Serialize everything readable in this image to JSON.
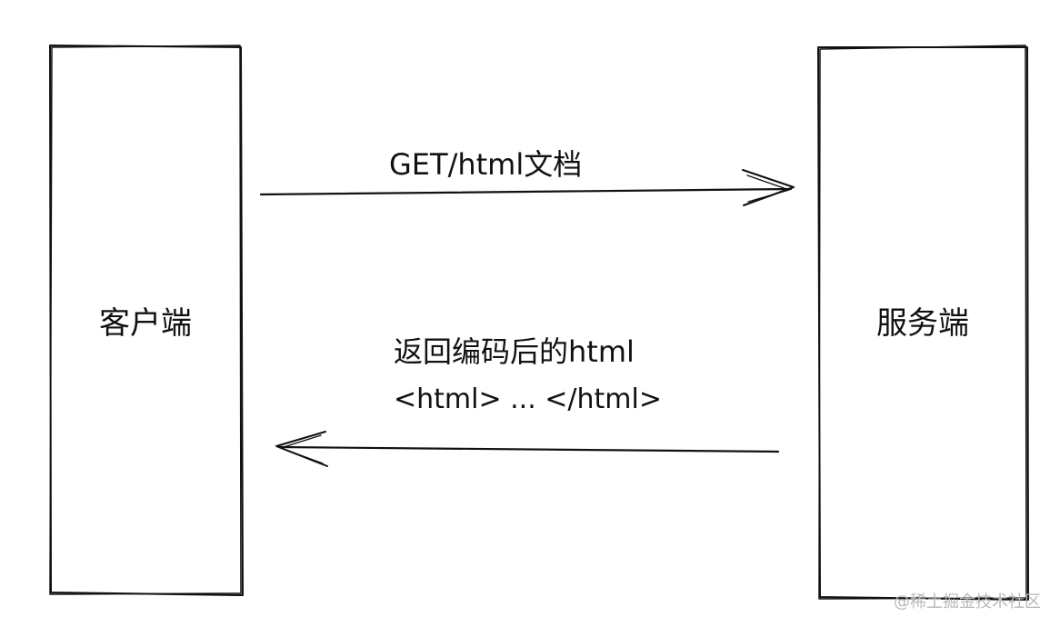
{
  "diagram": {
    "client_label": "客户端",
    "server_label": "服务端",
    "request_label": "GET/html文档",
    "response_label_line1": "返回编码后的html",
    "response_label_line2": "<html> ... </html>"
  },
  "watermark": "@稀土掘金技术社区"
}
